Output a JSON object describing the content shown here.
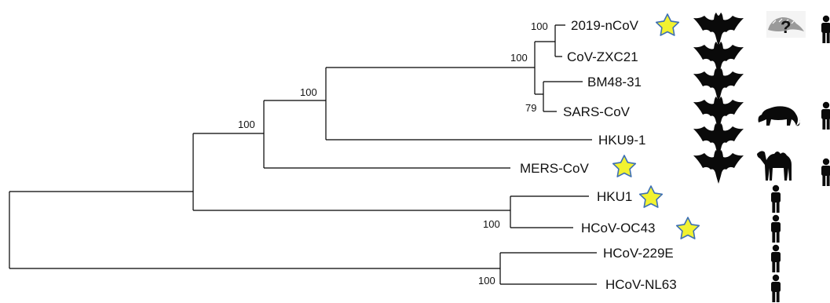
{
  "leaves": [
    {
      "id": "nCoV",
      "label": "2019-nCoV",
      "star": true,
      "hosts": [
        "bat",
        "pangolin-unknown",
        "human"
      ]
    },
    {
      "id": "zxc21",
      "label": "CoV-ZXC21",
      "star": false,
      "hosts": [
        "bat"
      ]
    },
    {
      "id": "bm48",
      "label": "BM48-31",
      "star": false,
      "hosts": [
        "bat"
      ]
    },
    {
      "id": "sars",
      "label": "SARS-CoV",
      "star": false,
      "hosts": [
        "bat",
        "civet",
        "human"
      ]
    },
    {
      "id": "hku9",
      "label": "HKU9-1",
      "star": false,
      "hosts": [
        "bat"
      ]
    },
    {
      "id": "mers",
      "label": "MERS-CoV",
      "star": true,
      "hosts": [
        "bat",
        "camel",
        "human"
      ]
    },
    {
      "id": "hku1",
      "label": "HKU1",
      "star": true,
      "hosts": [
        "human"
      ]
    },
    {
      "id": "oc43",
      "label": "HCoV-OC43",
      "star": true,
      "hosts": [
        "human"
      ]
    },
    {
      "id": "e229",
      "label": "HCoV-229E",
      "star": false,
      "hosts": [
        "human"
      ]
    },
    {
      "id": "nl63",
      "label": "HCoV-NL63",
      "star": false,
      "hosts": [
        "human"
      ]
    }
  ],
  "bootstrap": {
    "nCoV_zxc21": "100",
    "beta_b": "100",
    "bm48_sars": "79",
    "b_hku9": "100",
    "bcd_mers": "100",
    "hku1_oc43": "100",
    "e229_nl63": "100"
  },
  "icons": {
    "star": "yellow-star-icon",
    "bat": "bat-silhouette-icon",
    "human": "human-silhouette-icon",
    "civet": "civet-silhouette-icon",
    "camel": "camel-silhouette-icon",
    "pangolin": "pangolin-question-icon"
  },
  "colors": {
    "star_fill": "#f2f230",
    "star_stroke": "#3d6fb5",
    "line": "#000000",
    "silhouette": "#0a0a0a",
    "pangolin": "#9a9a9a"
  }
}
